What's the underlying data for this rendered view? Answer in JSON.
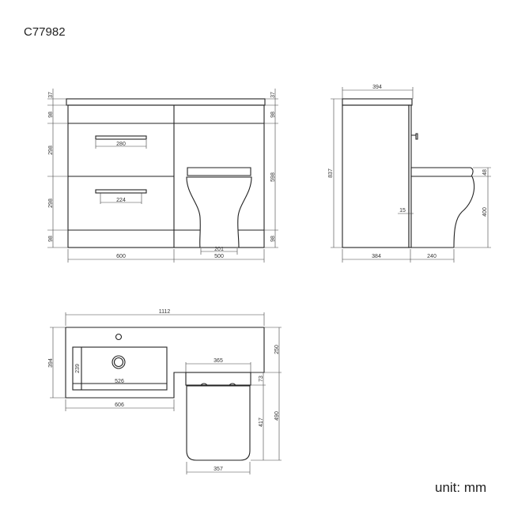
{
  "product_code": "C77982",
  "unit_label": "unit: mm",
  "front_view": {
    "left_dims": [
      "37",
      "98",
      "298",
      "298",
      "98"
    ],
    "right_dims": [
      "37",
      "98",
      "598",
      "98"
    ],
    "handle_top": "280",
    "handle_bottom": "224",
    "cabinet_width": "600",
    "toilet_unit_width": "500",
    "pan_base_width": "201"
  },
  "side_view": {
    "top_depth": "394",
    "height": "837",
    "seat_thickness": "48",
    "pan_height": "400",
    "door_thickness": "15",
    "cabinet_depth": "384",
    "pan_projection": "240"
  },
  "plan_view": {
    "total_width": "1112",
    "depth": "394",
    "basin_depth": "239",
    "basin_width": "526",
    "basin_unit_width": "606",
    "cistern_width": "365",
    "top_step": "250",
    "cistern_depth": "73",
    "pan_total_depth": "490",
    "seat_depth": "417",
    "seat_width": "357"
  }
}
